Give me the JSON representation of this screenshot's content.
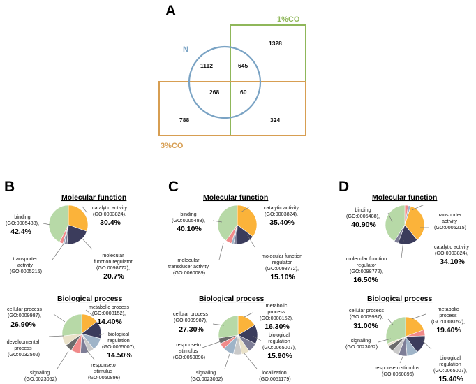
{
  "colors": {
    "venn_n": "#7aa3c4",
    "venn_1co": "#8fb75a",
    "venn_3co": "#d79e52",
    "slices": [
      "#b7d9a7",
      "#fbb33a",
      "#3b3c5c",
      "#f08a8a",
      "#9fb4c8",
      "#c9c9c9",
      "#7d7d96",
      "#e9e1c8",
      "#6b6b6b",
      "#d9d0e8"
    ]
  },
  "panels": {
    "A": "A",
    "B": "B",
    "C": "C",
    "D": "D"
  },
  "venn": {
    "sets": [
      "N",
      "1%CO",
      "3%CO"
    ],
    "regions": {
      "n_only": "1112",
      "n_1co": "645",
      "co1_only": "1328",
      "n_3co": "268",
      "n_1co_3co": "60",
      "co3_only": "788",
      "co1_co3": "324"
    }
  },
  "section_titles": {
    "mf": "Molecular function",
    "bp": "Biological process"
  },
  "chart_data": [
    {
      "type": "pie",
      "panel": "B",
      "title": "Molecular function",
      "slices": [
        {
          "label": "catalytic activity (GO:0003824),",
          "pct_text": "30.4%",
          "value": 30.4,
          "color_index": 1
        },
        {
          "label": "molecular function regulator (GO:0098772),",
          "pct_text": "20.7%",
          "value": 20.7,
          "color_index": 2
        },
        {
          "label": "",
          "pct_text": "",
          "value": 2.0,
          "color_index": 6
        },
        {
          "label": "",
          "pct_text": "",
          "value": 1.5,
          "color_index": 4
        },
        {
          "label": "transporter activity (GO:0005215)",
          "pct_text": "",
          "value": 3.0,
          "color_index": 3
        },
        {
          "label": "binding (GO:0005488),",
          "pct_text": "42.4%",
          "value": 42.4,
          "color_index": 0
        }
      ]
    },
    {
      "type": "pie",
      "panel": "C",
      "title": "Molecular function",
      "slices": [
        {
          "label": "catalytic activity (GO:0003824),",
          "pct_text": "35.40%",
          "value": 35.4,
          "color_index": 1
        },
        {
          "label": "molecular function regulator (GO:0098772),",
          "pct_text": "15.10%",
          "value": 15.1,
          "color_index": 2
        },
        {
          "label": "",
          "pct_text": "",
          "value": 2.5,
          "color_index": 6
        },
        {
          "label": "",
          "pct_text": "",
          "value": 2.0,
          "color_index": 4
        },
        {
          "label": "molecular transducer activity (GO:0060089)",
          "pct_text": "",
          "value": 4.9,
          "color_index": 3
        },
        {
          "label": "binding (GO:0005488),",
          "pct_text": "40.10%",
          "value": 40.1,
          "color_index": 0
        }
      ]
    },
    {
      "type": "pie",
      "panel": "D",
      "title": "Molecular function",
      "slices": [
        {
          "label": "transporter activity (GO:0005215)",
          "pct_text": "",
          "value": 3.0,
          "color_index": 3
        },
        {
          "label": "",
          "pct_text": "",
          "value": 2.0,
          "color_index": 4
        },
        {
          "label": "catalytic activity (GO:0003824),",
          "pct_text": "34.10%",
          "value": 34.1,
          "color_index": 1
        },
        {
          "label": "molecular function regulator (GO:0098772),",
          "pct_text": "16.50%",
          "value": 16.5,
          "color_index": 2
        },
        {
          "label": "",
          "pct_text": "",
          "value": 3.5,
          "color_index": 6
        },
        {
          "label": "binding (GO:0005488),",
          "pct_text": "40.90%",
          "value": 40.9,
          "color_index": 0
        }
      ]
    },
    {
      "type": "pie",
      "panel": "B",
      "title": "Biological process",
      "slices": [
        {
          "label": "metabolic process (GO:0008152),",
          "pct_text": "14.40%",
          "value": 14.4,
          "color_index": 1
        },
        {
          "label": "biological regulation (GO:0065007),",
          "pct_text": "14.50%",
          "value": 14.5,
          "color_index": 2
        },
        {
          "label": "responseto stimulus (GO:0050896)",
          "pct_text": "",
          "value": 10.5,
          "color_index": 4
        },
        {
          "label": "",
          "pct_text": "",
          "value": 5.0,
          "color_index": 5
        },
        {
          "label": "signaling (GO:0023052)",
          "pct_text": "",
          "value": 6.5,
          "color_index": 6
        },
        {
          "label": "developmental process (GO:0032502)",
          "pct_text": "",
          "value": 8.0,
          "color_index": 3
        },
        {
          "label": "",
          "pct_text": "",
          "value": 6.0,
          "color_index": 8
        },
        {
          "label": "",
          "pct_text": "",
          "value": 8.2,
          "color_index": 7
        },
        {
          "label": "cellular process (GO:0009987),",
          "pct_text": "26.90%",
          "value": 26.9,
          "color_index": 0
        }
      ]
    },
    {
      "type": "pie",
      "panel": "C",
      "title": "Biological process",
      "slices": [
        {
          "label": "metabolic process (GO:0008152),",
          "pct_text": "16.30%",
          "value": 16.3,
          "color_index": 1
        },
        {
          "label": "biological regulation (GO:0065007),",
          "pct_text": "15.90%",
          "value": 15.9,
          "color_index": 2
        },
        {
          "label": "",
          "pct_text": "",
          "value": 8.0,
          "color_index": 6
        },
        {
          "label": "localization (GO:0051179)",
          "pct_text": "",
          "value": 6.5,
          "color_index": 7
        },
        {
          "label": "signaling (GO:0023052)",
          "pct_text": "",
          "value": 7.0,
          "color_index": 5
        },
        {
          "label": "responseto stimulus (GO:0050896)",
          "pct_text": "",
          "value": 9.0,
          "color_index": 4
        },
        {
          "label": "",
          "pct_text": "",
          "value": 5.0,
          "color_index": 3
        },
        {
          "label": "",
          "pct_text": "",
          "value": 4.7,
          "color_index": 8
        },
        {
          "label": "cellular process (GO:0009987),",
          "pct_text": "27.30%",
          "value": 27.3,
          "color_index": 0
        }
      ]
    },
    {
      "type": "pie",
      "panel": "D",
      "title": "Biological process",
      "slices": [
        {
          "label": "metabolic process (GO:0008152),",
          "pct_text": "19.40%",
          "value": 19.4,
          "color_index": 1
        },
        {
          "label": "",
          "pct_text": "",
          "value": 5.0,
          "color_index": 3
        },
        {
          "label": "biological regulation (GO:0065007),",
          "pct_text": "15.40%",
          "value": 15.4,
          "color_index": 2
        },
        {
          "label": "responseto stimulus (GO:0050896)",
          "pct_text": "",
          "value": 9.0,
          "color_index": 4
        },
        {
          "label": "",
          "pct_text": "",
          "value": 7.0,
          "color_index": 6
        },
        {
          "label": "signaling (GO:0023052)",
          "pct_text": "",
          "value": 6.0,
          "color_index": 5
        },
        {
          "label": "",
          "pct_text": "",
          "value": 5.2,
          "color_index": 8
        },
        {
          "label": "",
          "pct_text": "",
          "value": 2.0,
          "color_index": 7
        },
        {
          "label": "cellular process (GO:0009987),",
          "pct_text": "31.00%",
          "value": 31.0,
          "color_index": 0
        }
      ]
    }
  ],
  "labels": {
    "B_mf": [
      {
        "lines": [
          "catalytic activity",
          "(GO:0003824),"
        ],
        "big": "30.4%"
      },
      {
        "lines": [
          "molecular",
          "function regulator",
          "(GO:0098772),"
        ],
        "big": "20.7%"
      },
      {
        "lines": [
          "transporter",
          "activity",
          "(GO:0005215)"
        ],
        "big": ""
      },
      {
        "lines": [
          "binding",
          "(GO:0005488),"
        ],
        "big": "42.4%"
      }
    ],
    "C_mf": [
      {
        "lines": [
          "catalytic activity",
          "(GO:0003824),"
        ],
        "big": "35.40%"
      },
      {
        "lines": [
          "molecular function",
          "regulator",
          "(GO:0098772),"
        ],
        "big": "15.10%"
      },
      {
        "lines": [
          "molecular",
          "transducer activity",
          "(GO:0060089)"
        ],
        "big": ""
      },
      {
        "lines": [
          "binding",
          "(GO:0005488),"
        ],
        "big": "40.10%"
      }
    ],
    "D_mf": [
      {
        "lines": [
          "transporter",
          "activity",
          "(GO:0005215)"
        ],
        "big": ""
      },
      {
        "lines": [
          "catalytic activity",
          "(GO:0003824),"
        ],
        "big": "34.10%"
      },
      {
        "lines": [
          "molecular function",
          "regulator",
          "(GO:0098772),"
        ],
        "big": "16.50%"
      },
      {
        "lines": [
          "binding",
          "(GO:0005488),"
        ],
        "big": "40.90%"
      }
    ],
    "B_bp": [
      {
        "lines": [
          "metabolic process",
          "(GO:0008152),"
        ],
        "big": "14.40%"
      },
      {
        "lines": [
          "biological",
          "regulation",
          "(GO:0065007),"
        ],
        "big": "14.50%"
      },
      {
        "lines": [
          "responseto",
          "stimulus",
          "(GO:0050896)"
        ],
        "big": ""
      },
      {
        "lines": [
          "signaling",
          "(GO:0023052)"
        ],
        "big": ""
      },
      {
        "lines": [
          "developmental",
          "process",
          "(GO:0032502)"
        ],
        "big": ""
      },
      {
        "lines": [
          "cellular process",
          "(GO:0009987),"
        ],
        "big": "26.90%"
      }
    ],
    "C_bp": [
      {
        "lines": [
          "metabolic",
          "process",
          "(GO:0008152),"
        ],
        "big": "16.30%"
      },
      {
        "lines": [
          "biological",
          "regulation",
          "(GO:0065007),"
        ],
        "big": "15.90%"
      },
      {
        "lines": [
          "localization",
          "(GO:0051179)"
        ],
        "big": ""
      },
      {
        "lines": [
          "signaling",
          "(GO:0023052)"
        ],
        "big": ""
      },
      {
        "lines": [
          "responseto",
          "stimulus",
          "(GO:0050896)"
        ],
        "big": ""
      },
      {
        "lines": [
          "cellular process",
          "(GO:0009987),"
        ],
        "big": "27.30%"
      }
    ],
    "D_bp": [
      {
        "lines": [
          "metabolic",
          "process",
          "(GO:0008152),"
        ],
        "big": "19.40%"
      },
      {
        "lines": [
          "biological",
          "regulation",
          "(GO:0065007),"
        ],
        "big": "15.40%"
      },
      {
        "lines": [
          "responseto stimulus",
          "(GO:0050896)"
        ],
        "big": ""
      },
      {
        "lines": [
          "signaling",
          "(GO:0023052)"
        ],
        "big": ""
      },
      {
        "lines": [
          "cellular process",
          "(GO:0009987),"
        ],
        "big": "31.00%"
      }
    ]
  }
}
